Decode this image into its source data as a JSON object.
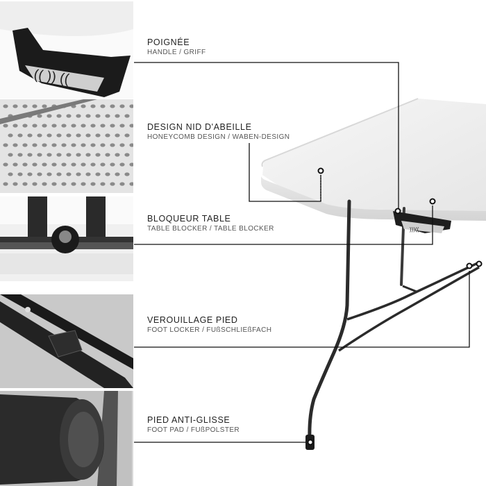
{
  "features": [
    {
      "id": "handle",
      "title": "POIGNÉE",
      "subtitle": "HANDLE / GRIFF",
      "thumbnail": "handle-closeup"
    },
    {
      "id": "honeycomb",
      "title": "DESIGN NID D'ABEILLE",
      "subtitle": "HONEYCOMB DESIGN / WABEN-DESIGN",
      "thumbnail": "honeycomb-underside-closeup"
    },
    {
      "id": "blocker",
      "title": "BLOQUEUR TABLE",
      "subtitle": "TABLE BLOCKER  / TABLE BLOCKER",
      "thumbnail": "table-blocker-closeup"
    },
    {
      "id": "footlock",
      "title": "VEROUILLAGE PIED",
      "subtitle": "FOOT LOCKER / FUßSCHLIEßFACH",
      "thumbnail": "foot-locker-closeup"
    },
    {
      "id": "footpad",
      "title": "PIED ANTI-GLISSE",
      "subtitle": "FOOT PAD / FUßPOLSTER",
      "thumbnail": "foot-pad-closeup"
    }
  ],
  "colors": {
    "leader_line": "#111111",
    "table_top": "#f2f2f2",
    "leg": "#2b2b2b",
    "background": "#ffffff"
  }
}
